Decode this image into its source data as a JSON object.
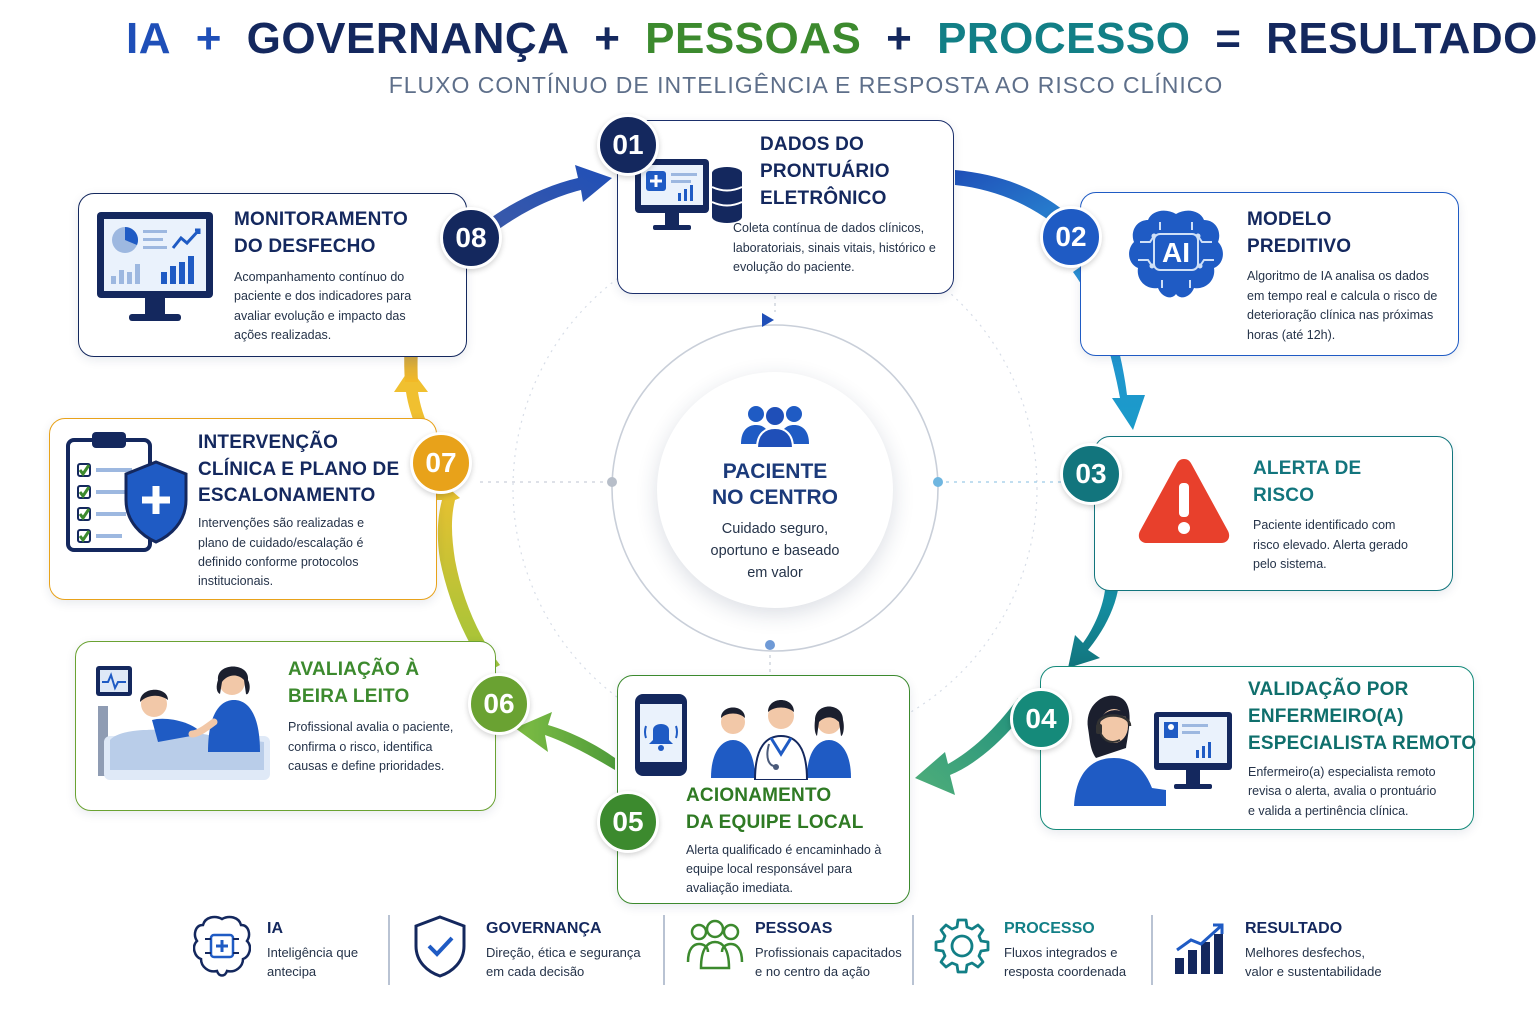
{
  "header": {
    "parts": [
      {
        "text": "IA",
        "color": "#1f4fb8"
      },
      {
        "text": "+",
        "color": "#1f4fb8"
      },
      {
        "text": "GOVERNANÇA",
        "color": "#14285e"
      },
      {
        "text": "+",
        "color": "#14285e"
      },
      {
        "text": "PESSOAS",
        "color": "#3c8a2e"
      },
      {
        "text": "+",
        "color": "#14285e"
      },
      {
        "text": "PROCESSO",
        "color": "#127f86"
      },
      {
        "text": "=",
        "color": "#14285e"
      },
      {
        "text": "RESULTADO",
        "color": "#14285e"
      }
    ],
    "subtitle": "FLUXO CONTÍNUO DE INTELIGÊNCIA E RESPOSTA AO RISCO CLÍNICO"
  },
  "center": {
    "icon": "people-group-icon",
    "title_line1": "PACIENTE",
    "title_line2": "NO CENTRO",
    "text_line1": "Cuidado seguro,",
    "text_line2": "oportuno e baseado",
    "text_line3": "em valor"
  },
  "steps": [
    {
      "number": "01",
      "color": "#14285e",
      "title": [
        "DADOS DO",
        "PRONTUÁRIO",
        "ELETRÔNICO"
      ],
      "text": [
        "Coleta contínua de dados clínicos,",
        "laboratoriais, sinais vitais, histórico e",
        "evolução do paciente."
      ],
      "icon": "ehr-monitor-database-icon"
    },
    {
      "number": "02",
      "color": "#1f5bc4",
      "title": [
        "MODELO",
        "PREDITIVO"
      ],
      "text": [
        "Algoritmo de IA analisa os dados",
        "em tempo real e calcula o risco de",
        "deterioração clínica nas próximas",
        "horas (até 12h)."
      ],
      "icon": "ai-brain-icon",
      "icon_label": "AI"
    },
    {
      "number": "03",
      "color": "#12757d",
      "title": [
        "ALERTA DE",
        "RISCO"
      ],
      "text": [
        "Paciente identificado com",
        "risco elevado. Alerta gerado",
        "pelo sistema."
      ],
      "icon": "warning-triangle-icon"
    },
    {
      "number": "04",
      "color": "#158a7a",
      "title": [
        "VALIDAÇÃO POR",
        "ENFERMEIRO(A)",
        "ESPECIALISTA REMOTO"
      ],
      "text": [
        "Enfermeiro(a) especialista remoto",
        "revisa o alerta, avalia o prontuário",
        "e valida a pertinência clínica."
      ],
      "icon": "remote-nurse-icon"
    },
    {
      "number": "05",
      "color": "#3c8a2e",
      "title": [
        "ACIONAMENTO",
        "DA EQUIPE LOCAL"
      ],
      "text": [
        "Alerta qualificado é encaminhado à",
        "equipe local responsável para",
        "avaliação imediata."
      ],
      "icon": "phone-team-icon"
    },
    {
      "number": "06",
      "color": "#6aa232",
      "title": [
        "AVALIAÇÃO À",
        "BEIRA LEITO"
      ],
      "text": [
        "Profissional avalia o paciente,",
        "confirma o risco, identifica",
        "causas e define prioridades."
      ],
      "icon": "bedside-care-icon"
    },
    {
      "number": "07",
      "color": "#e8a21a",
      "title": [
        "INTERVENÇÃO",
        "CLÍNICA E PLANO DE",
        "ESCALONAMENTO"
      ],
      "text": [
        "Intervenções são realizadas e",
        "plano de cuidado/escalação é",
        "definido conforme protocolos",
        "institucionais."
      ],
      "icon": "checklist-shield-icon"
    },
    {
      "number": "08",
      "color": "#14285e",
      "title": [
        "MONITORAMENTO",
        "DO DESFECHO"
      ],
      "text": [
        "Acompanhamento contínuo do",
        "paciente e dos indicadores para",
        "avaliar evolução e impacto das",
        "ações realizadas."
      ],
      "icon": "dashboard-monitor-icon"
    }
  ],
  "footer": [
    {
      "title": "IA",
      "text": [
        "Inteligência que",
        "antecipa"
      ],
      "color": "#14285e",
      "icon": "ai-chip-icon"
    },
    {
      "title": "GOVERNANÇA",
      "text": [
        "Direção, ética e segurança",
        "em cada decisão"
      ],
      "color": "#14285e",
      "icon": "shield-check-icon"
    },
    {
      "title": "PESSOAS",
      "text": [
        "Profissionais capacitados",
        "e no centro da ação"
      ],
      "color": "#14285e",
      "icon": "people-icon"
    },
    {
      "title": "PROCESSO",
      "text": [
        "Fluxos integrados e",
        "resposta coordenada"
      ],
      "color": "#127f86",
      "icon": "gear-icon"
    },
    {
      "title": "RESULTADO",
      "text": [
        "Melhores desfechos,",
        "valor e sustentabilidade"
      ],
      "color": "#14285e",
      "icon": "growth-chart-icon"
    }
  ]
}
